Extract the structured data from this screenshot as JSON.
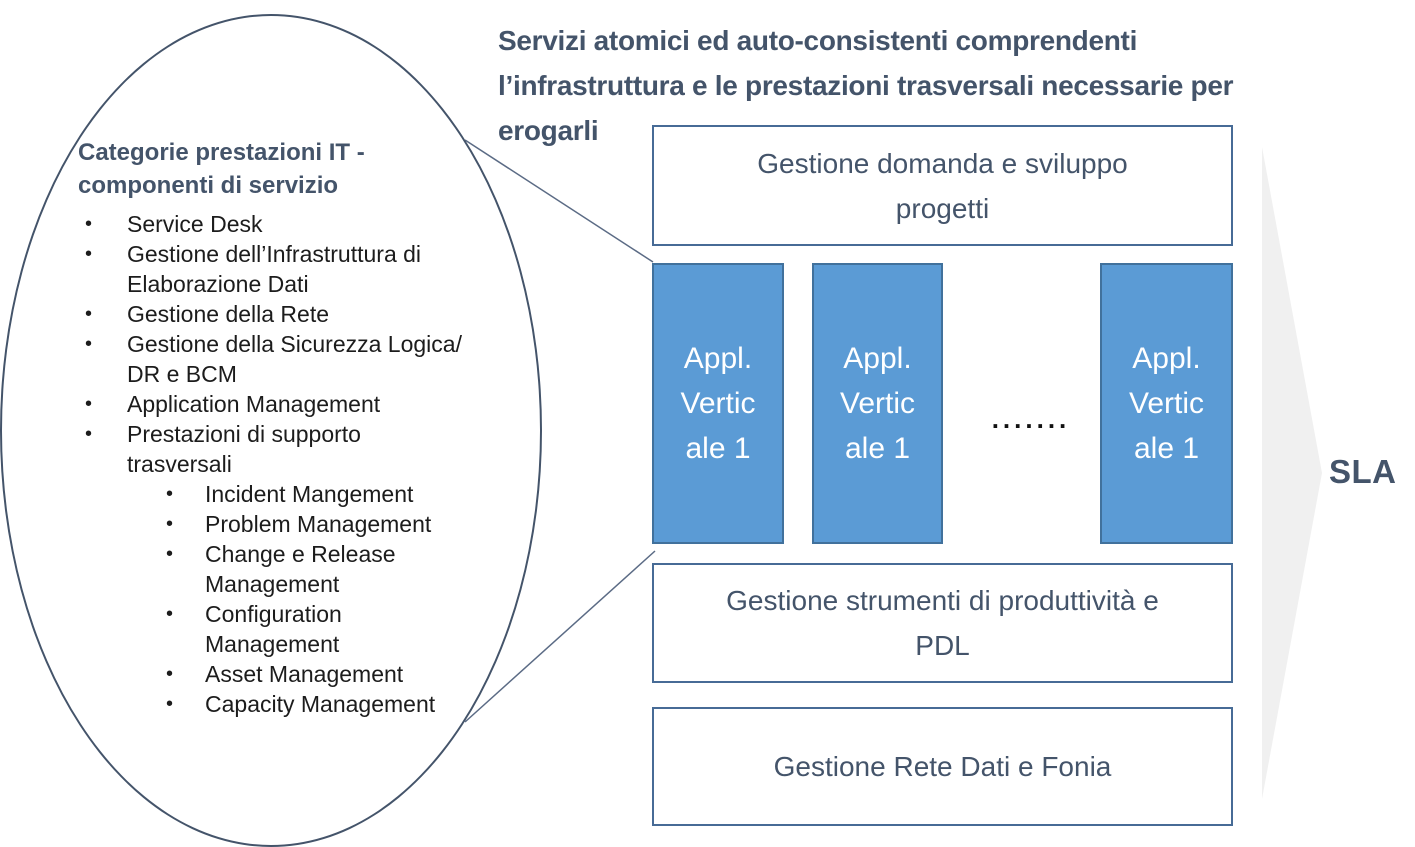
{
  "header": {
    "title_lines": [
      "Servizi atomici ed auto-consistenti comprendenti",
      "l’infrastruttura e le prestazioni trasversali necessarie per",
      "erogarli"
    ]
  },
  "ellipse": {
    "heading_lines": [
      "Categorie prestazioni IT -",
      "componenti di servizio"
    ],
    "items": [
      {
        "level": 1,
        "lines": [
          "Service Desk"
        ]
      },
      {
        "level": 1,
        "lines": [
          "Gestione dell’Infrastruttura di",
          "Elaborazione Dati"
        ]
      },
      {
        "level": 1,
        "lines": [
          "Gestione della Rete"
        ]
      },
      {
        "level": 1,
        "lines": [
          "Gestione della Sicurezza Logica/",
          "DR e BCM"
        ]
      },
      {
        "level": 1,
        "lines": [
          "Application Management"
        ]
      },
      {
        "level": 1,
        "lines": [
          "Prestazioni di supporto",
          "trasversali"
        ]
      },
      {
        "level": 2,
        "lines": [
          "Incident Mangement"
        ]
      },
      {
        "level": 2,
        "lines": [
          "Problem Management"
        ]
      },
      {
        "level": 2,
        "lines": [
          "Change e Release",
          "Management"
        ]
      },
      {
        "level": 2,
        "lines": [
          "Configuration",
          "Management"
        ]
      },
      {
        "level": 2,
        "lines": [
          "Asset Management"
        ]
      },
      {
        "level": 2,
        "lines": [
          "Capacity Management"
        ]
      }
    ]
  },
  "diagram": {
    "top_box_lines": [
      "Gestione domanda e sviluppo",
      "progetti"
    ],
    "app_box_lines": [
      "Appl.",
      "Vertic",
      "ale 1"
    ],
    "dots": ".......",
    "middle_box_lines": [
      "Gestione strumenti di produttività e",
      "PDL"
    ],
    "bottom_box_lines": [
      "Gestione Rete Dati e Fonia"
    ],
    "sla_label": "SLA"
  },
  "colors": {
    "app_box_fill": "#5B9BD5",
    "app_box_border": "#41719C",
    "white_box_border": "#476B96",
    "slate_text": "#44546A",
    "arrow_gray": "#F0F0F0",
    "ellipse_stroke": "#44546A"
  }
}
